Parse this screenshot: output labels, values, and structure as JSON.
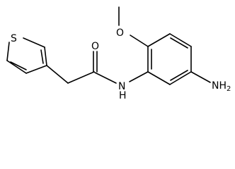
{
  "structure": {
    "atoms": {
      "methoxy_oxygen": "O",
      "carbonyl_oxygen": "O",
      "amide_nitrogen": "N",
      "amide_hydrogen": "H",
      "thiophene_sulfur": "S",
      "amine_group": "NH",
      "amine_subscript": "2"
    },
    "colors": {
      "bond": "#000000",
      "label": "#000000",
      "background": "#ffffff"
    }
  }
}
